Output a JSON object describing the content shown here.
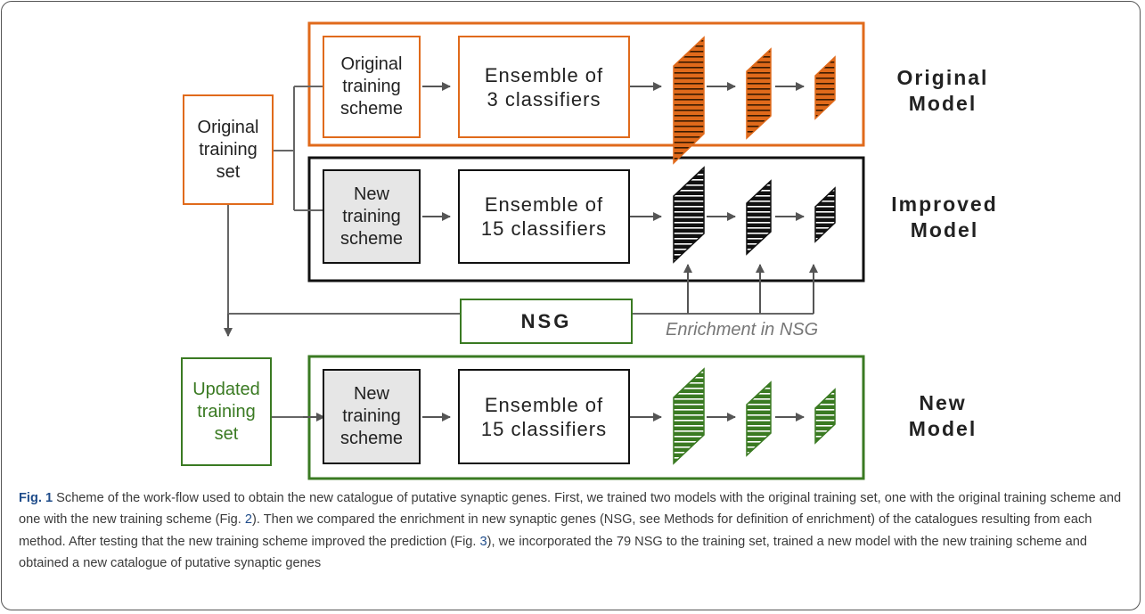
{
  "models": {
    "original": {
      "label": "Original\nModel",
      "scheme": "Original\ntraining\nscheme",
      "ensemble": "Ensemble of\n3 classifiers",
      "color": "#E06A1B"
    },
    "improved": {
      "label": "Improved\nModel",
      "scheme": "New\ntraining\nscheme",
      "ensemble": "Ensemble of\n15 classifiers",
      "color": "#111111"
    },
    "new": {
      "label": "New\nModel",
      "scheme": "New\ntraining\nscheme",
      "ensemble": "Ensemble of\n15 classifiers",
      "color": "#3A7A22"
    }
  },
  "training_sets": {
    "original": "Original\ntraining\nset",
    "updated": "Updated\ntraining\nset"
  },
  "nsg": {
    "label": "NSG",
    "enrichment": "Enrichment in NSG"
  },
  "caption": {
    "fig": "Fig. 1",
    "p1": " Scheme of the work-flow used to obtain the new catalogue of putative synaptic genes. First, we trained two models with the original training set, one with the original training scheme and one with the new training scheme (Fig. ",
    "r1": "2",
    "p2": "). Then we compared the enrichment in new synaptic genes (NSG, see Methods for definition of enrichment) of the catalogues resulting from each method. After testing that the new training scheme improved the prediction (Fig. ",
    "r2": "3",
    "p3": "), we incorporated the 79 NSG to the training set, trained a new model with the new training scheme and obtained a new catalogue of putative synaptic genes"
  }
}
